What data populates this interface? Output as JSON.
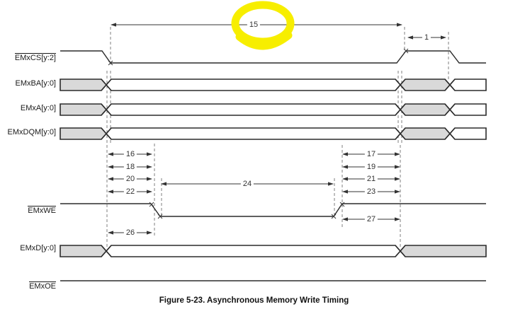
{
  "figure": {
    "caption": "Figure 5-23. Asynchronous Memory Write Timing"
  },
  "signals": [
    {
      "name": "EMxCS[y:2]",
      "active_low": true,
      "kind": "line"
    },
    {
      "name": "EMxBA[y:0]",
      "active_low": false,
      "kind": "bus"
    },
    {
      "name": "EMxA[y:0]",
      "active_low": false,
      "kind": "bus"
    },
    {
      "name": "EMxDQM[y:0]",
      "active_low": false,
      "kind": "bus"
    },
    {
      "name": "EMxWE",
      "active_low": true,
      "kind": "line"
    },
    {
      "name": "EMxD[y:0]",
      "active_low": false,
      "kind": "bus"
    },
    {
      "name": "EMxOE",
      "active_low": true,
      "kind": "line"
    }
  ],
  "timing_labels": {
    "t15": "15",
    "t1": "1",
    "t16": "16",
    "t17": "17",
    "t18": "18",
    "t19": "19",
    "t20": "20",
    "t21": "21",
    "t22": "22",
    "t23": "23",
    "t24": "24",
    "t26": "26",
    "t27": "27"
  },
  "highlight": {
    "shape": "hand-drawn-circle",
    "around_label": "15",
    "color": "#f7ee00"
  },
  "colors": {
    "bus_fill": "#d9d9d9",
    "line": "#2b2b2b",
    "dashed": "#7f7f7f",
    "text": "#1a1a1a"
  }
}
